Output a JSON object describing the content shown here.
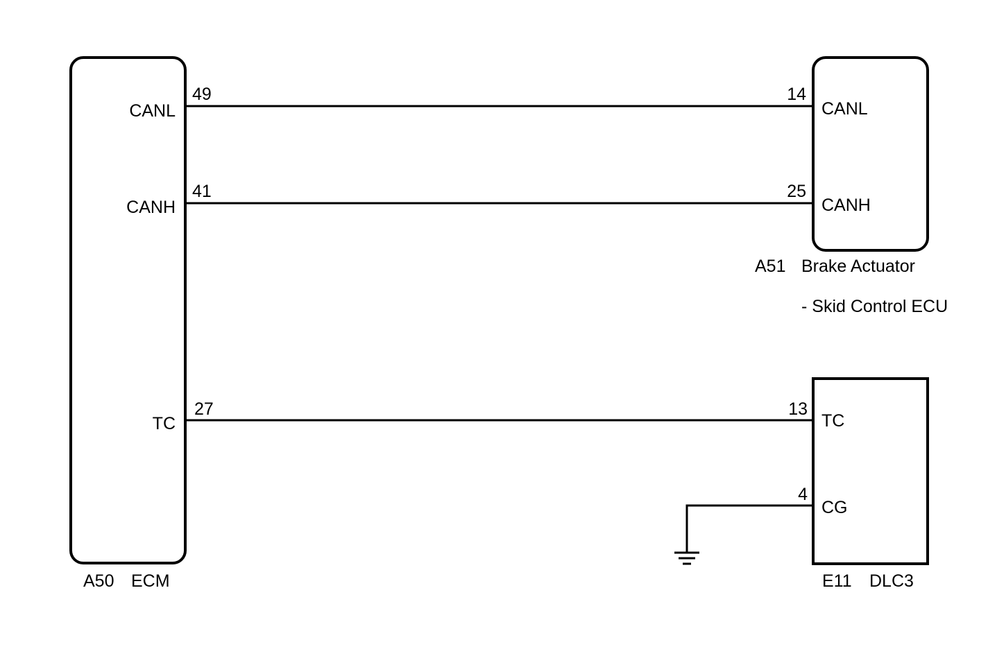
{
  "ecm": {
    "code": "A50",
    "name": "ECM",
    "pins": {
      "canl": {
        "signal": "CANL",
        "number": "49"
      },
      "canh": {
        "signal": "CANH",
        "number": "41"
      },
      "tc": {
        "signal": "TC",
        "number": "27"
      }
    }
  },
  "brake_actuator": {
    "code": "A51",
    "name": "Brake Actuator",
    "name_line2": "- Skid Control ECU",
    "pins": {
      "canl": {
        "signal": "CANL",
        "number": "14"
      },
      "canh": {
        "signal": "CANH",
        "number": "25"
      }
    }
  },
  "dlc3": {
    "code": "E11",
    "name": "DLC3",
    "pins": {
      "tc": {
        "signal": "TC",
        "number": "13"
      },
      "cg": {
        "signal": "CG",
        "number": "4"
      }
    }
  },
  "colors": {
    "line": "#000000",
    "background": "#ffffff"
  }
}
